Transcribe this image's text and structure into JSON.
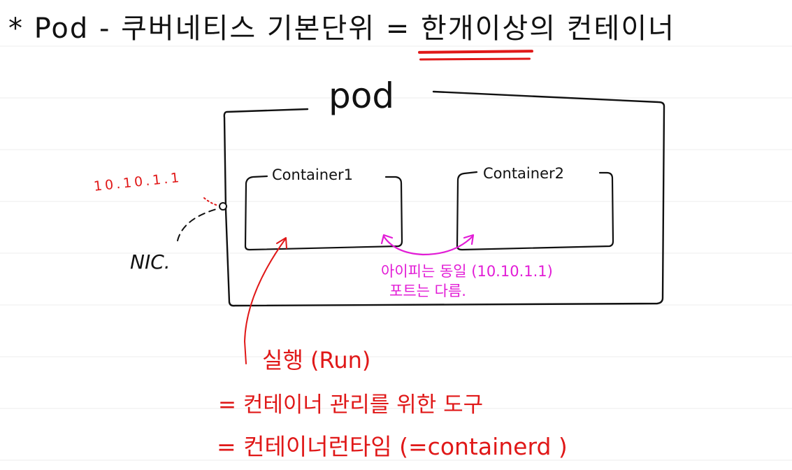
{
  "title": {
    "prefix": "* Pod - 쿠버네티스 기본단위 = ",
    "underlined": "한개이상",
    "suffix": "의 컨테이너"
  },
  "diagram": {
    "pod_label": "pod",
    "container1_label": "Container1",
    "container2_label": "Container2",
    "ip_address": "10.10.1.1",
    "nic_label": "NIC.",
    "note_line1": "아이피는 동일 (10.10.1.1)",
    "note_line2": "포트는 다름."
  },
  "annotations": {
    "run_label": "실행 (Run)",
    "tool_label": "= 컨테이너 관리를 위한 도구",
    "runtime_label": "= 컨테이너런타임 (=containerd )"
  },
  "colors": {
    "ink": "#111111",
    "red": "#e01818",
    "magenta": "#e21cd6",
    "rule": "#e9e9e9"
  }
}
